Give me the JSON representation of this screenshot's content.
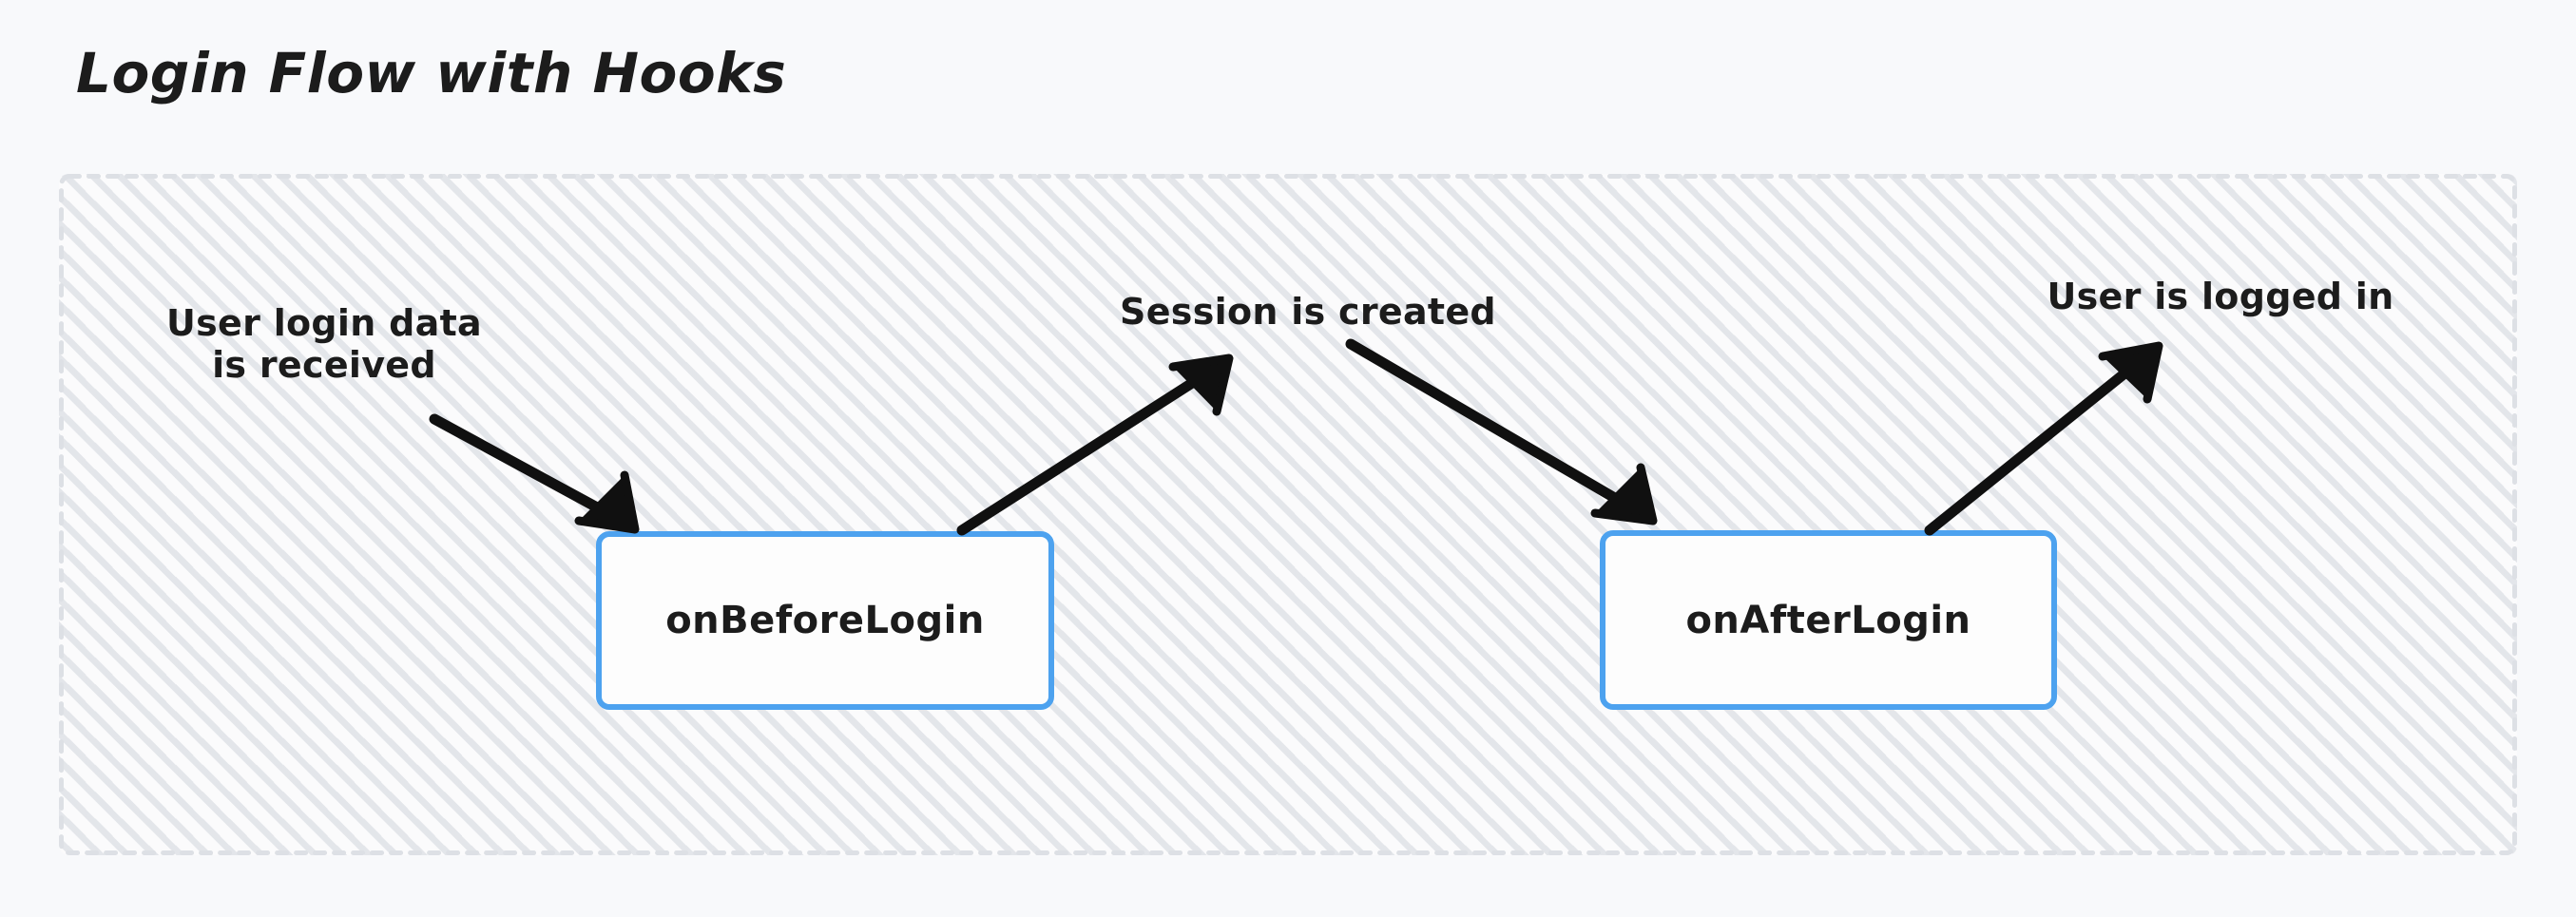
{
  "title": "Login Flow with Hooks",
  "colors": {
    "page_background": "#f8f9fb",
    "container_background": "#fbfbfc",
    "container_border": "#dcdfe4",
    "hatch_line": "#d0d4db",
    "box_border": "#4da2ef",
    "box_fill": "#fdfdfd",
    "text": "#1c1c1c",
    "arrow": "#101010"
  },
  "container": {
    "border_style": "dashed",
    "background_pattern": "diagonal-hatch"
  },
  "nodes": [
    {
      "id": "on-before-login",
      "label": "onBeforeLogin"
    },
    {
      "id": "on-after-login",
      "label": "onAfterLogin"
    }
  ],
  "annotations": [
    {
      "id": "user-login-data",
      "text": "User login data\nis received"
    },
    {
      "id": "session-created",
      "text": "Session is created"
    },
    {
      "id": "user-logged-in",
      "text": "User is logged in"
    }
  ],
  "arrows": [
    {
      "id": "arrow-login-data-to-before",
      "from": "user-login-data",
      "to": "on-before-login"
    },
    {
      "id": "arrow-before-to-session",
      "from": "on-before-login",
      "to": "session-created"
    },
    {
      "id": "arrow-session-to-after",
      "from": "session-created",
      "to": "on-after-login"
    },
    {
      "id": "arrow-after-to-logged-in",
      "from": "on-after-login",
      "to": "user-logged-in"
    }
  ]
}
